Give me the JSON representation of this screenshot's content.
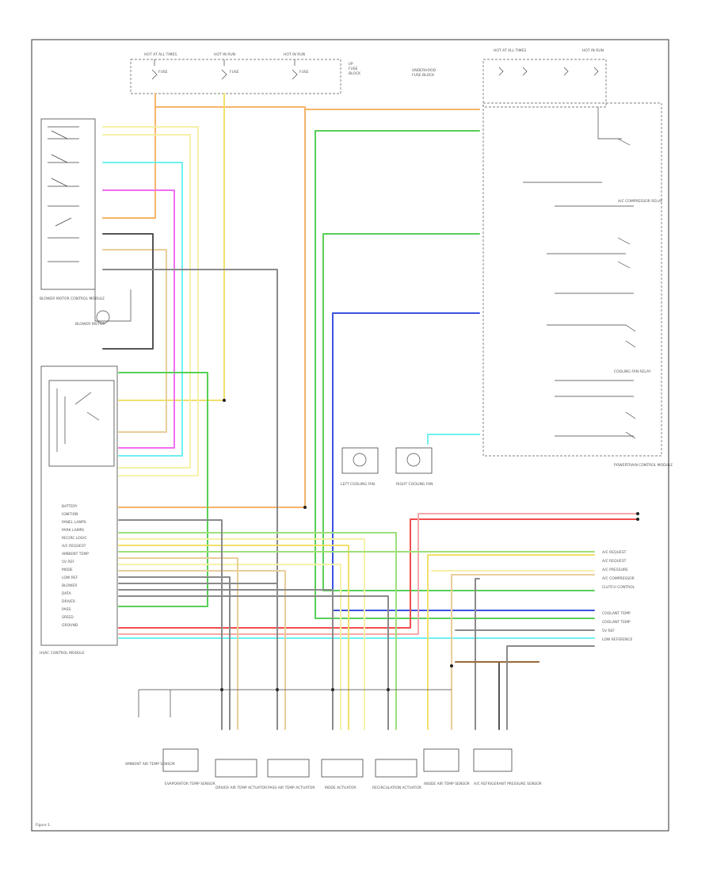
{
  "colors": {
    "orange": "#f7b36b",
    "yellow": "#f0e06a",
    "lightyellow": "#f6f0a8",
    "cyan": "#6ff0f0",
    "magenta": "#f06ef0",
    "green": "#58cf58",
    "lightgreen": "#9de07a",
    "blue": "#3b52e0",
    "red": "#f24d4d",
    "pink": "#f7a8a8",
    "gray": "#8a8a8a",
    "darkgray": "#555555",
    "brown": "#9a6a3c",
    "tan": "#e9cd9a"
  },
  "figure_id": "Figure 1",
  "fuse_block_labels": [
    "HOT AT ALL TIMES",
    "HOT IN RUN",
    "HOT IN RUN"
  ],
  "control_module_label": "HVAC CONTROL MODULE",
  "actuator_labels": [
    "AMBIENT AIR TEMP SENSOR",
    "EVAPORATOR TEMP SENSOR",
    "DRIVER AIR TEMP ACTUATOR",
    "PASS AIR TEMP ACTUATOR",
    "MODE ACTUATOR",
    "RECIRCULATION ACTUATOR",
    "INSIDE AIR TEMP SENSOR",
    "A/C REFRIGERANT PRESSURE SENSOR"
  ],
  "left_pin_labels": [
    "BATTERY",
    "IGNITION",
    "PANEL LAMPS",
    "PARK LAMPS",
    "RECIRC LOGIC",
    "A/C REQUEST",
    "AMBIENT TEMP",
    "5V REF",
    "MODE",
    "LOW REF",
    "BLOWER",
    "DATA",
    "DRIVER",
    "PASS",
    "SPEED",
    "GROUND"
  ],
  "right_pin_labels": [
    "A/C REQUEST",
    "A/C REQUEST",
    "A/C PRESSURE",
    "A/C COMPRESSOR",
    "CLUTCH CONTROL",
    "COOLANT TEMP",
    "COOLANT TEMP",
    "5V REF",
    "LOW REFERENCE"
  ],
  "component_labels": {
    "blower_motor": "BLOWER MOTOR",
    "blower_control": "BLOWER MOTOR CONTROL MODULE",
    "left_cooling_fan": "LEFT COOLING FAN",
    "right_cooling_fan": "RIGHT COOLING FAN",
    "powertrain_module": "POWERTRAIN CONTROL MODULE",
    "ac_relay": "A/C COMPRESSOR RELAY",
    "cooling_fan_relay": "COOLING FAN RELAY"
  }
}
